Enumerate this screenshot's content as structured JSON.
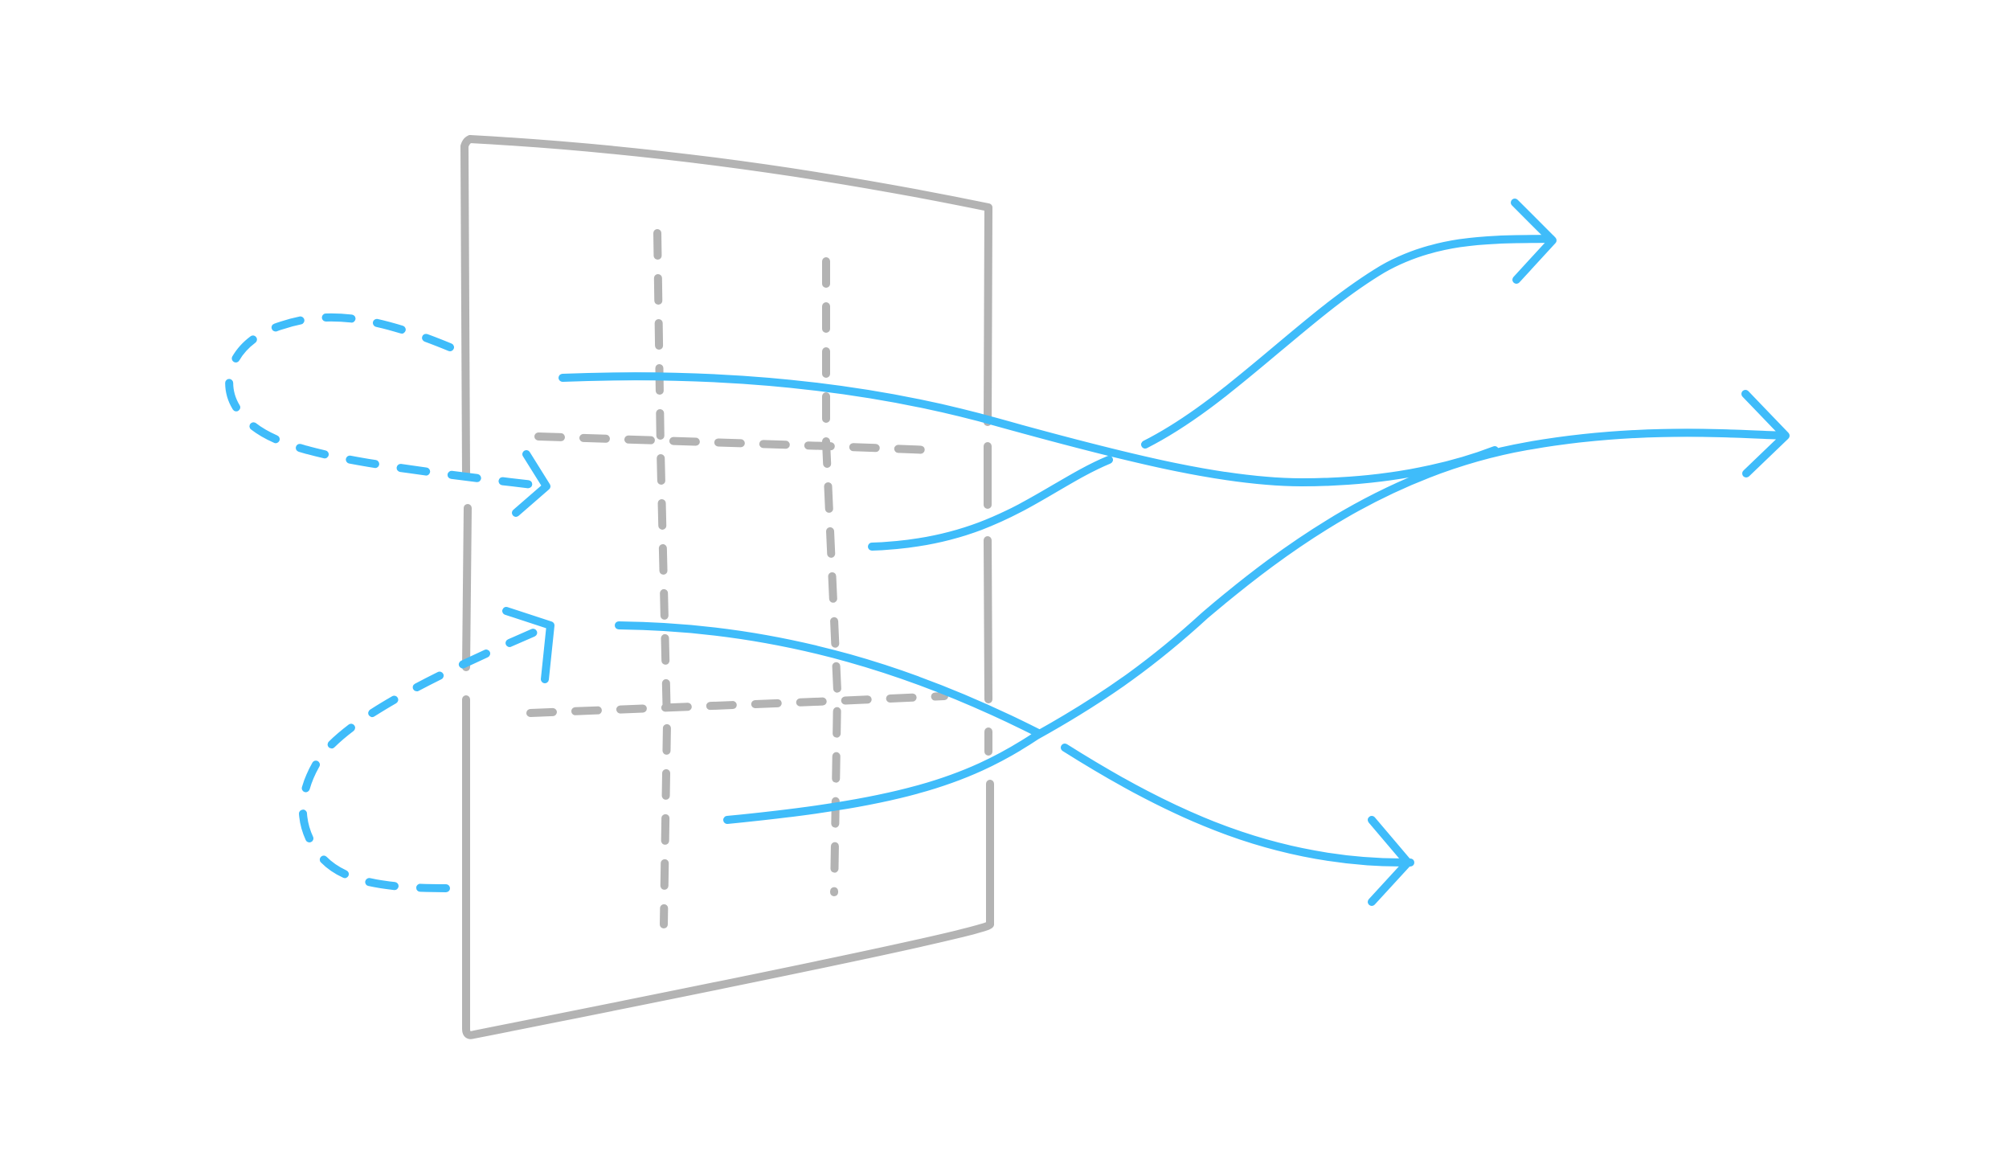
{
  "diagram": {
    "elements": {
      "panel": "panel-frame",
      "panel_inner_lines": [
        "vertical-dashed",
        "horizontal-dashed"
      ],
      "passing_flows": 4,
      "looping_flows": 2,
      "arrowheads": 4
    },
    "colors": {
      "panel_stroke": "#b3b3b3",
      "flow_stroke": "#3fbcfa",
      "background": "#ffffff"
    }
  }
}
